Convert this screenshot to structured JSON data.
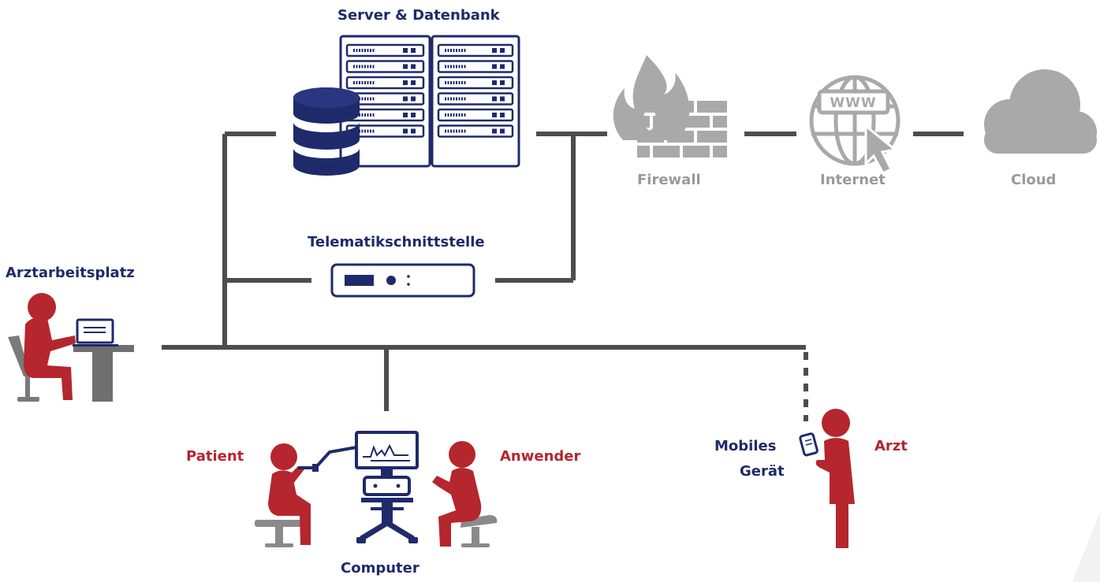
{
  "labels": {
    "server": "Server & Datenbank",
    "firewall": "Firewall",
    "internet": "Internet",
    "cloud": "Cloud",
    "telematik": "Telematikschnittstelle",
    "arztarbeitsplatz": "Arztarbeitsplatz",
    "patient": "Patient",
    "anwender": "Anwender",
    "computer": "Computer",
    "mobiles_line1": "Mobiles",
    "mobiles_line2": "Gerät",
    "arzt": "Arzt",
    "internet_badge": "WWW"
  },
  "colors": {
    "navy": "#1f2a6b",
    "red": "#b5262e",
    "network_line": "#4d4d4d",
    "grey_icon": "#a9a9a9",
    "seat_grey": "#7a7a7a"
  },
  "icons": [
    "database-icon",
    "server-rack-icon",
    "firewall-icon",
    "globe-icon",
    "cloud-icon",
    "connector-icon",
    "workstation-icon",
    "patient-icon",
    "computer-cart-icon",
    "user-icon",
    "mobile-device-icon",
    "doctor-icon"
  ]
}
